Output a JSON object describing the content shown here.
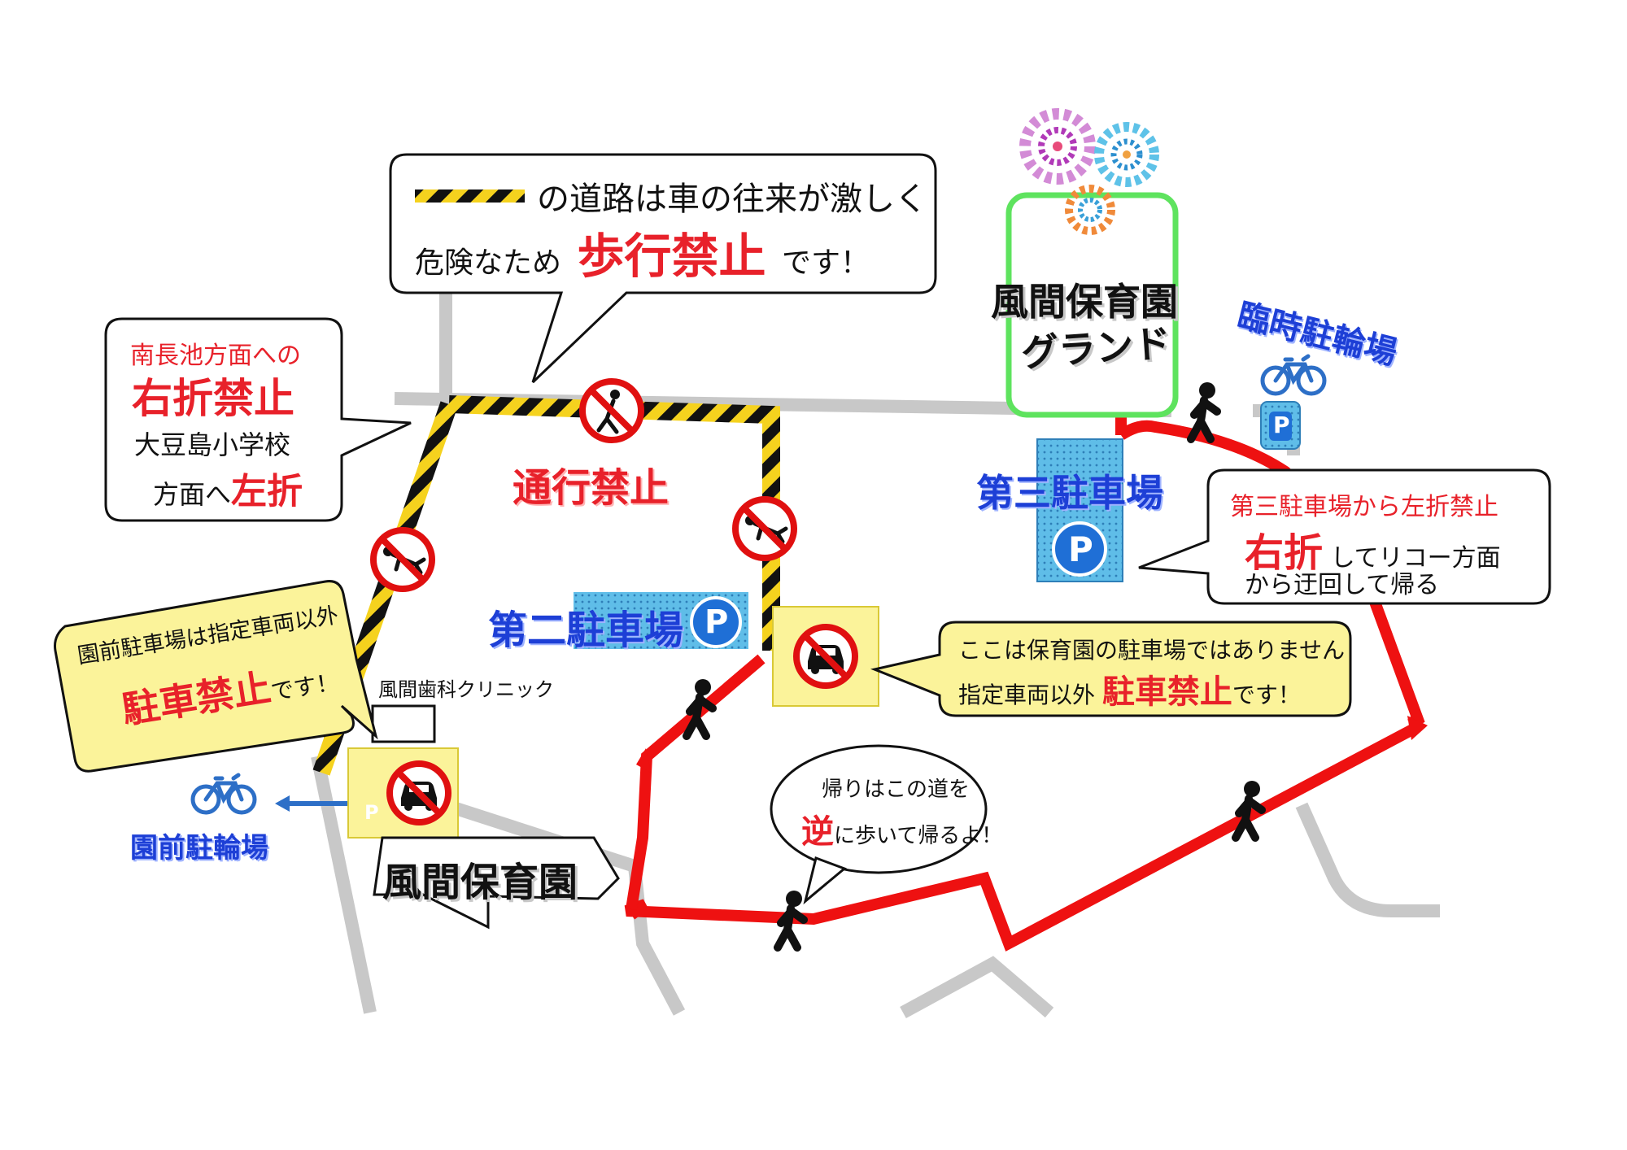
{
  "callout_top": {
    "line1": "の道路は車の往来が激しく",
    "line2_prefix": "危険なため",
    "line2_emphasis": "歩行禁止",
    "line2_suffix": "です！"
  },
  "callout_left": {
    "line1": "南長池方面への",
    "line2": "右折禁止",
    "line3": "大豆島小学校",
    "line4_prefix": "方面へ",
    "line4_emphasis": "左折"
  },
  "callout_right": {
    "line1": "第三駐車場から左折禁止",
    "line2_emphasis": "右折",
    "line2_suffix": "してリコー方面",
    "line3": "から迂回して帰る"
  },
  "callout_parking_warning": {
    "line1": "ここは保育園の駐車場ではありません",
    "line2_prefix": "指定車両以外",
    "line2_emphasis": "駐車禁止",
    "line2_suffix": "です！"
  },
  "callout_front_lot": {
    "line1": "園前駐車場は指定車両以外",
    "line2_emphasis": "駐車禁止",
    "line2_suffix": "です！"
  },
  "callout_return": {
    "line1": "帰りはこの道を",
    "line2_emphasis": "逆",
    "line2_suffix": "に歩いて帰るよ！"
  },
  "labels": {
    "no_passage": "通行禁止",
    "lot2": "第二駐車場",
    "lot3": "第三駐車場",
    "ground_line1": "風間保育園",
    "ground_line2": "グランド",
    "temp_bicycle": "臨時駐輪場",
    "front_bicycle": "園前駐輪場",
    "clinic": "風間歯科クリニック",
    "nursery": "風間保育園",
    "parking_glyph": "P"
  },
  "colors": {
    "route_red": "#ee1111",
    "road_gray": "#c8c8c8",
    "hazard_yellow": "#f5d21e",
    "parking_blue": "#3aa6ea",
    "bicycle_blue": "#2d6fc7",
    "warning_bg": "#fbf39a",
    "ground_green": "#5ee35e"
  },
  "icons": [
    "no-walking-sign-icon",
    "no-parking-car-icon",
    "pedestrian-icon",
    "bicycle-icon",
    "parking-sign-icon",
    "flower-fireworks-icon"
  ]
}
